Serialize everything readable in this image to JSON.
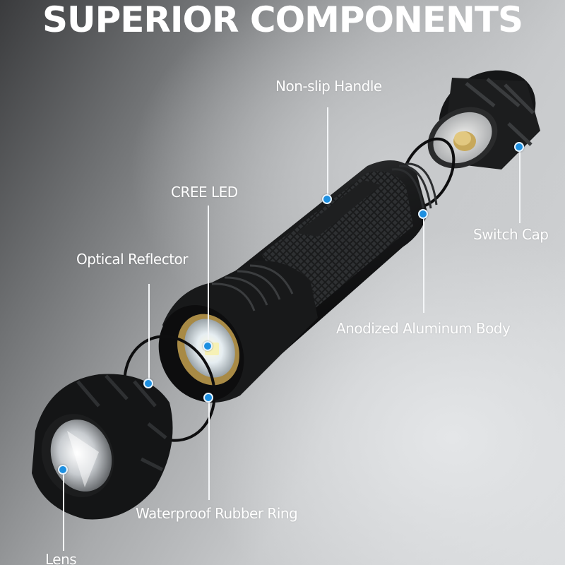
{
  "title": "SUPERIOR COMPONENTS",
  "labels": {
    "non_slip_handle": "Non-slip Handle",
    "switch_cap": "Switch Cap",
    "cree_led": "CREE LED",
    "optical_reflector": "Optical Reflector",
    "anodized_body": "Anodized Aluminum Body",
    "waterproof_ring": "Waterproof Rubber Ring",
    "lens": "Lens"
  },
  "colors": {
    "callout_dot": "#1d8fe0",
    "leader_line": "#f4f6f8",
    "label_text": "#ffffff",
    "body_black": "#141516"
  }
}
